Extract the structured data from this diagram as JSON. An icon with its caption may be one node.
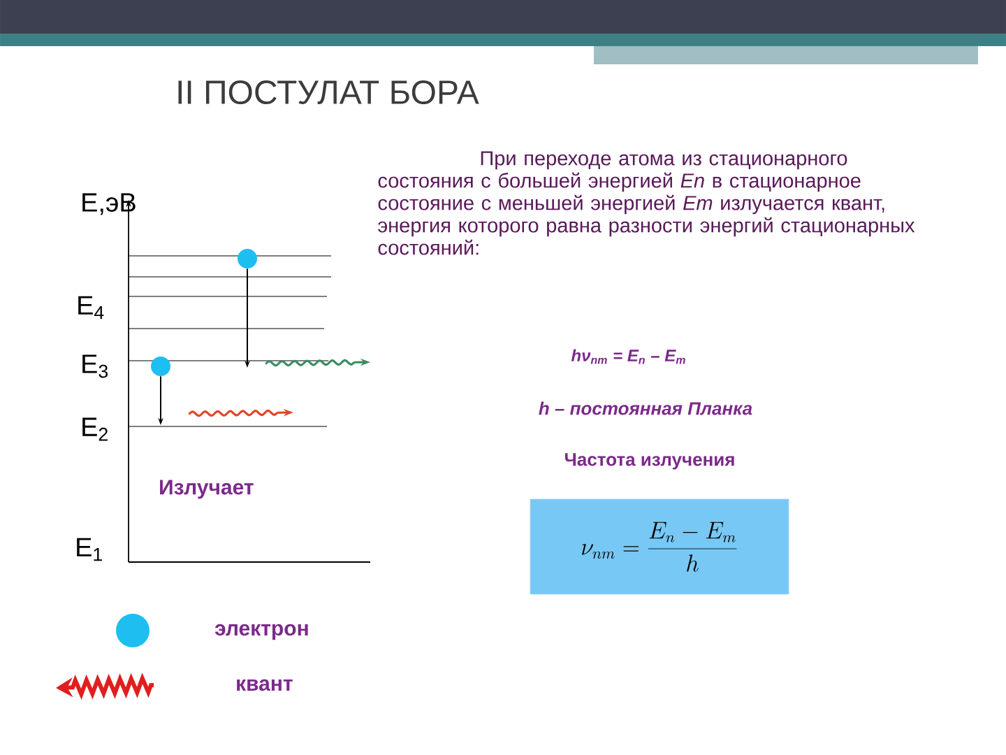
{
  "diagram": {
    "title": "II ПОСТУЛАТ БОРА",
    "nodes": [
      {
        "text": [],
        "shape": "circle"
      },
      {
        "text": [],
        "shape": "circle"
      }
    ],
    "edges": [
      {
        "from": 0,
        "to": null,
        "arrow": "to"
      },
      {
        "from": 1,
        "to": null,
        "arrow": "to"
      }
    ],
    "labels": [
      "E,эВ",
      "E$_{4}$",
      "E$_{3}$",
      "E$_{2}$",
      "Излучает",
      "E$_{1}$",
      "При переходе атома из стационарного состояния с большей энергией *En* в стационарное состояние с меньшей энергией *Em* излучается квант, энергия которого равна разности энергий стационарных состояний:",
      "*hν$_{nm}$ = E$_{n}$ – E$_{m}$*",
      "*h – постоянная Планка*",
      "Частота излучения",
      "\\nu_{nm}=\\frac{E_{n}-E_{m}}{h}"
    ],
    "legend": [
      {
        "text": "электрон"
      },
      {
        "text": "квант"
      }
    ]
  }
}
